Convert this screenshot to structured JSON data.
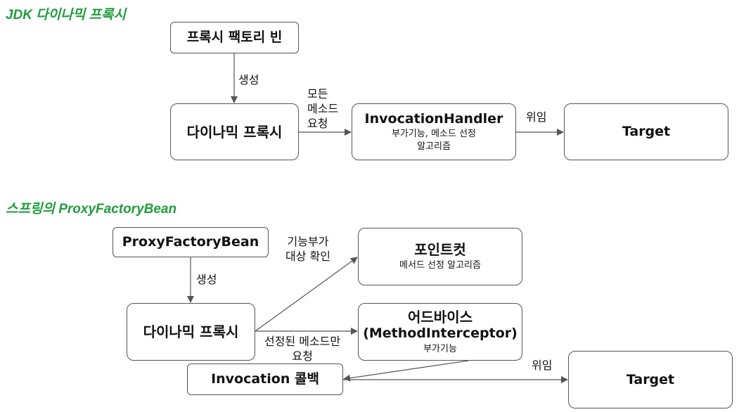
{
  "sections": {
    "jdk": {
      "title": "JDK 다이나믹 프록시",
      "nodes": {
        "proxy_factory_bean": "프록시 팩토리 빈",
        "dynamic_proxy": "다이나믹 프록시",
        "invocation_handler": {
          "title": "InvocationHandler",
          "sub_line1": "부가기능, 메소드 선정",
          "sub_line2": "알고리즘"
        },
        "target": "Target"
      },
      "labels": {
        "create": "생성",
        "all_methods_request": [
          "모든",
          "메소드",
          "요청"
        ],
        "delegate": "위임"
      }
    },
    "spring": {
      "title": "스프링의 ProxyFactoryBean",
      "nodes": {
        "proxy_factory_bean": "ProxyFactoryBean",
        "dynamic_proxy": "다이나믹 프록시",
        "pointcut": {
          "title": "포인트컷",
          "sub": "메서드 선정 알고리즘"
        },
        "advice": {
          "title": "어드바이스",
          "title2": "(MethodInterceptor)",
          "sub": "부가기능"
        },
        "invocation_callback": "Invocation 콜백",
        "target": "Target"
      },
      "labels": {
        "create": "생성",
        "check_feature": [
          "기능부가",
          "대상 확인"
        ],
        "selected_method_request": [
          "선정된 메소드만",
          "요청"
        ],
        "delegate": "위임"
      }
    }
  }
}
